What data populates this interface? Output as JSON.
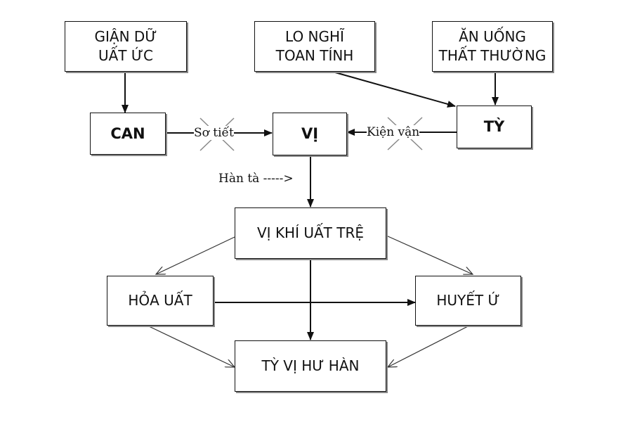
{
  "nodes": {
    "gian_du": "GIẬN DỮ\nUẤT ỨC",
    "lo_nghi": "LO NGHĨ\nTOAN TÍNH",
    "an_uong": "ĂN UỐNG\nTHẤT THƯỜNG",
    "can": "CAN",
    "vi": "VỊ",
    "ty": "TỲ",
    "vi_khi": "VỊ KHÍ UẤT TRỆ",
    "hoa_uat": "HỎA UẤT",
    "huyet_u": "HUYẾT Ứ",
    "ty_vi": "TỲ VỊ HƯ HÀN"
  },
  "edge_labels": {
    "so_tiet": "Sơ tiết",
    "kien_van": "Kiện vận",
    "han_ta": "Hàn tà ----->"
  },
  "colors": {
    "line": "#111111",
    "cross": "#888888"
  }
}
